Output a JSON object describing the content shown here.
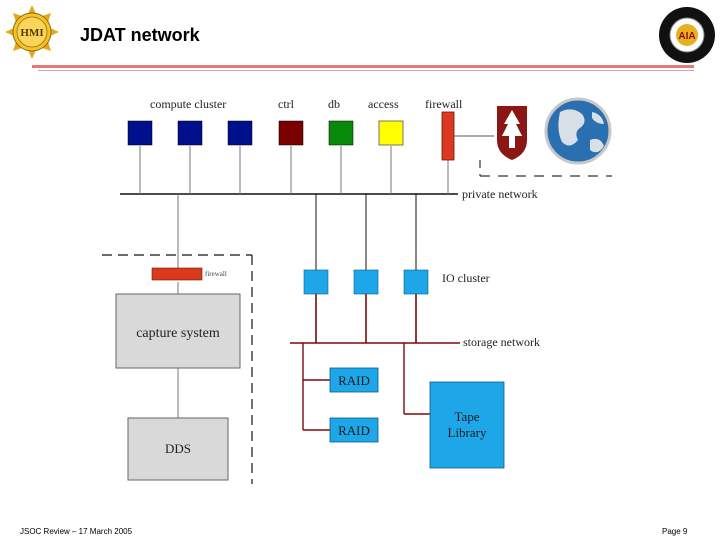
{
  "header": {
    "title": "JDAT network"
  },
  "footer": {
    "left": "JSOC Review – 17 March 2005",
    "right": "Page 9"
  },
  "diagram": {
    "top_labels": {
      "compute_cluster": "compute cluster",
      "ctrl": "ctrl",
      "db": "db",
      "access": "access",
      "firewall": "firewall"
    },
    "private_network": "private network",
    "io_cluster": "IO cluster",
    "storage_network": "storage network",
    "firewall_small": "firewall",
    "capture_system": "capture system",
    "dds": "DDS",
    "raid_1": "RAID",
    "raid_2": "RAID",
    "tape_library_line1": "Tape",
    "tape_library_line2": "Library"
  },
  "colors": {
    "compute_node": "#000f8c",
    "ctrl_node": "#7a0000",
    "db_node": "#0a8a0a",
    "access_node": "#ffff00",
    "firewall": "#d93a1e",
    "io_node": "#1ea7e8",
    "storage_line": "#7a0a0a",
    "raid_fill": "#1ea7e8",
    "tape_fill": "#1ea7e8",
    "capture_fill": "#d9d9d9",
    "dds_fill": "#d9d9d9",
    "stanford": "#8c1515",
    "header_rule": "#e87878"
  },
  "icons": [
    "hmi-logo-icon",
    "aia-logo-icon",
    "stanford-logo-icon",
    "globe-icon"
  ]
}
